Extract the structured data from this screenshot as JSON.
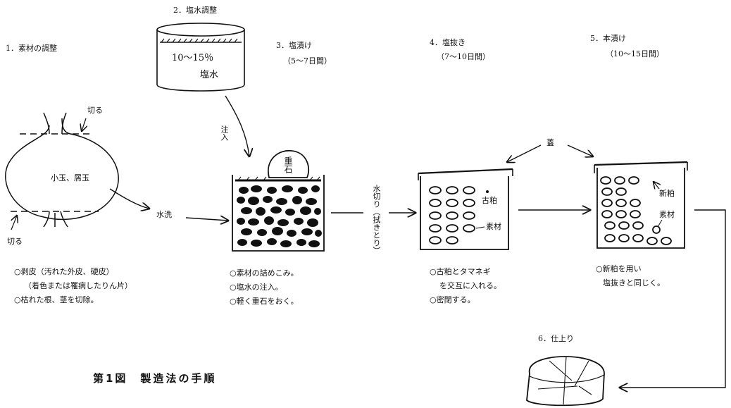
{
  "steps": [
    {
      "title": "1．素材の調整"
    },
    {
      "title": "2．塩水調整"
    },
    {
      "title": "3．塩漬け",
      "period": "（5～7日間）"
    },
    {
      "title": "4．塩抜き",
      "period": "（7～10日間）"
    },
    {
      "title": "5．本漬け",
      "period": "（10～15日間）"
    },
    {
      "title": "6．仕上り"
    }
  ],
  "tank": {
    "concentration": "10～15％",
    "liquid": "塩水"
  },
  "labels": {
    "cut_top": "切る",
    "cut_bottom": "切る",
    "onion": "小玉、屑玉",
    "wash": "水洗",
    "pour": "注入",
    "weight": "重石",
    "drain": "水切り（拭きとり）",
    "lid": "蓋",
    "old_lees": "古粕",
    "material_4": "素材",
    "new_lees": "新粕",
    "material_5": "素材"
  },
  "notes": {
    "step1": [
      "○剥皮（汚れた外皮、硬皮）",
      "（着色または罹病したりん片）",
      "○枯れた根、茎を切除。"
    ],
    "step3": [
      "○素材の詰めこみ。",
      "○塩水の注入。",
      "○軽く重石をおく。"
    ],
    "step4": [
      "○古粕とタマネギ",
      "を交互に入れる。",
      "○密閉する。"
    ],
    "step5": [
      "○新粕を用い",
      "塩抜きと同じく。"
    ]
  },
  "caption": "第1図　製造法の手順"
}
